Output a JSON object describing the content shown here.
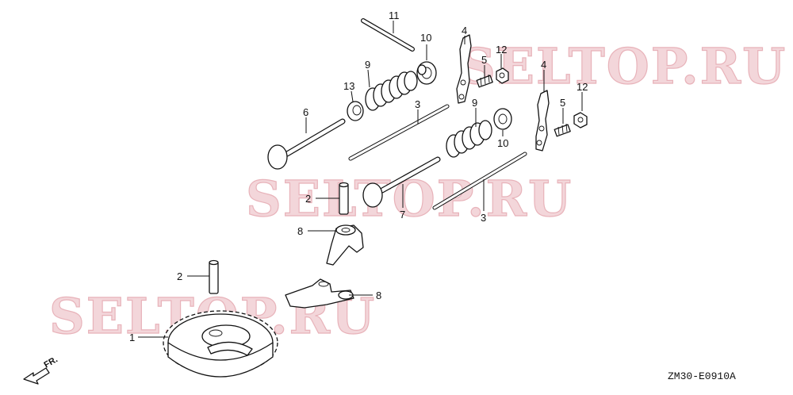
{
  "diagram_code": "ZM30-E0910A",
  "front_marker": "FR.",
  "watermark": "SELTOP.RU",
  "callouts": {
    "c1": "1",
    "c2a": "2",
    "c2b": "2",
    "c3a": "3",
    "c3b": "3",
    "c4a": "4",
    "c4b": "4",
    "c5a": "5",
    "c5b": "5",
    "c6": "6",
    "c7": "7",
    "c8a": "8",
    "c8b": "8",
    "c9a": "9",
    "c9b": "9",
    "c10a": "10",
    "c10b": "10",
    "c11": "11",
    "c12a": "12",
    "c12b": "12",
    "c13": "13"
  }
}
